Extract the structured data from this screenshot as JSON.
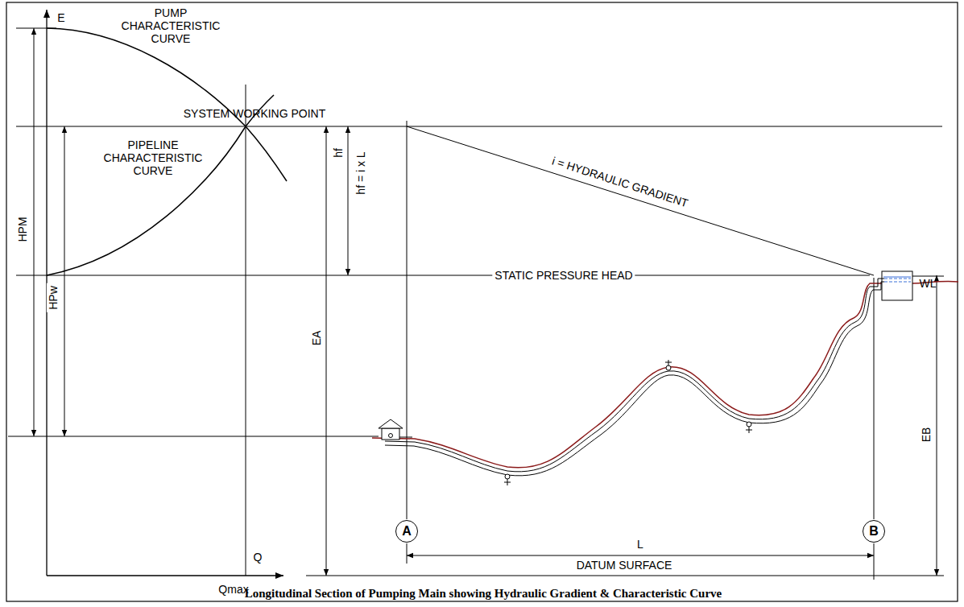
{
  "diagram": {
    "caption": "Longitudinal Section of Pumping Main showing Hydraulic Gradient & Characteristic Curve",
    "nodes": [
      {
        "text": [
          "A"
        ]
      },
      {
        "text": [
          "B"
        ]
      }
    ],
    "labels": [
      "E",
      "PUMP CHARACTERISTIC CURVE",
      "SYSTEM WORKING POINT",
      "PIPELINE CHARACTERISTIC CURVE",
      "HPM",
      "HPw",
      "hf",
      "hf = i x L",
      "i = HYDRAULIC GRADIENT",
      "STATIC PRESSURE HEAD",
      "WL",
      "EA",
      "EB",
      "L",
      "DATUM SURFACE",
      "Q",
      "Qmax"
    ]
  }
}
